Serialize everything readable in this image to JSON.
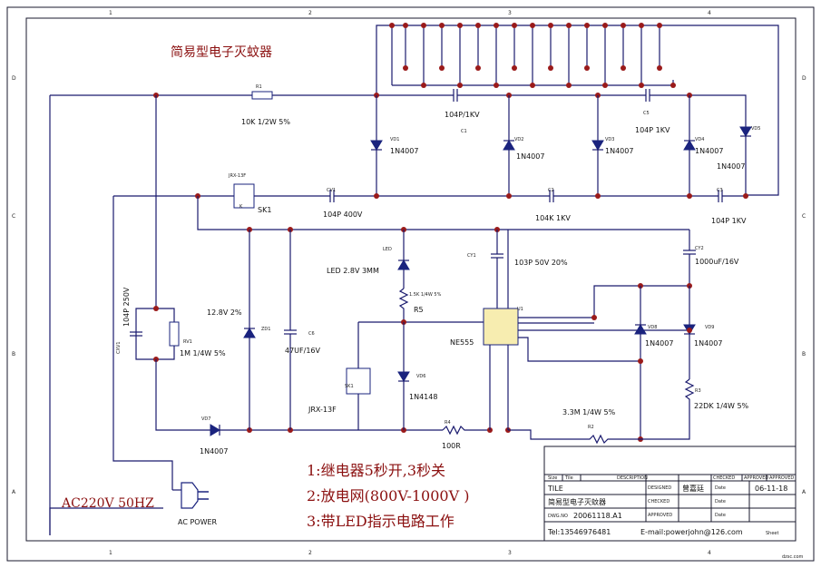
{
  "title": "简易型电子灭蚊器",
  "grid": {
    "cols": [
      "1",
      "2",
      "3",
      "4"
    ],
    "rows": [
      "D",
      "C",
      "B",
      "A"
    ]
  },
  "components": {
    "r1": {
      "ref": "R1",
      "value": "10K 1/2W  5%"
    },
    "c1": {
      "ref": "C1",
      "value": "104P/1KV"
    },
    "c5": {
      "ref": "C5",
      "value": "104P 1KV"
    },
    "vd1": {
      "ref": "VD1",
      "value": "1N4007"
    },
    "vd2": {
      "ref": "VD2",
      "value": "1N4007"
    },
    "vd3": {
      "ref": "VD3",
      "value": "1N4007"
    },
    "vd4": {
      "ref": "VD4",
      "value": "1N4007"
    },
    "vd5": {
      "ref": "VD5",
      "value": "1N4007"
    },
    "relay_top": {
      "ref": "JRX-13F",
      "label": "SK1"
    },
    "cv1": {
      "ref": "CV1",
      "value": "104P 400V"
    },
    "c2": {
      "ref": "C2",
      "value": "104K 1KV"
    },
    "c3": {
      "ref": "C3",
      "value": "104P 1KV"
    },
    "cy1": {
      "ref": "CY1",
      "value": "103P 50V  20%"
    },
    "cy2": {
      "ref": "CY2",
      "value": "1000uF/16V"
    },
    "led": {
      "ref": "LED",
      "value": "LED 2.8V 3MM"
    },
    "r5": {
      "ref": "R5",
      "value": "1.5K 1/4W 5%"
    },
    "u1": {
      "ref": "U1",
      "value": "NE555"
    },
    "cxv1": {
      "ref": "CXV1",
      "value": "104P 250V"
    },
    "rv1": {
      "ref": "RV1",
      "value": "1M 1/4W 5%"
    },
    "zd1": {
      "ref": "ZD1",
      "value": "12.8V 2%"
    },
    "c6": {
      "ref": "C6",
      "value": "47UF/16V"
    },
    "sk1": {
      "ref": "SK1",
      "value": "JRX-13F"
    },
    "vd6": {
      "ref": "VD6",
      "value": "1N4148"
    },
    "vd7": {
      "ref": "VD7",
      "value": "1N4007"
    },
    "vd8": {
      "ref": "VD8",
      "value": "1N4007"
    },
    "vd9": {
      "ref": "VD9",
      "value": "1N4007"
    },
    "r3": {
      "ref": "R3",
      "value": "22DK  1/4W 5%"
    },
    "r2": {
      "ref": "R2",
      "value": "3.3M  1/4W  5%"
    },
    "r4": {
      "ref": "R4",
      "value": "100R"
    }
  },
  "notes": {
    "line1": "1:继电器5秒开,3秒关",
    "line2": "2:放电网(800V-1000V )",
    "line3": "3:带LED指示电路工作"
  },
  "power": {
    "mains": "AC220V 50HZ",
    "plug": "AC POWER"
  },
  "title_block": {
    "size": "Size",
    "tile_no": "Tile",
    "description_h": "DESCRIPTION",
    "tile_label": "TILE",
    "product_name": "简易型电子灭蚊器",
    "dwg_label": "DWG.NO",
    "dwg_no": "20061118.A1",
    "designed_h": "DESIGNED",
    "designer": "曾嘉廷",
    "checked_h": "CHECKED",
    "approved_h": "APPROVED",
    "approval_h": "APPROVED",
    "date_h": "Date",
    "date_val": "06-11-18",
    "date2": "Date",
    "date3": "Date",
    "tel": "Tel:13546976481",
    "email": "E-mail:powerjohn@126.com",
    "sheet": "Sheet",
    "site": "dzsc.com"
  }
}
